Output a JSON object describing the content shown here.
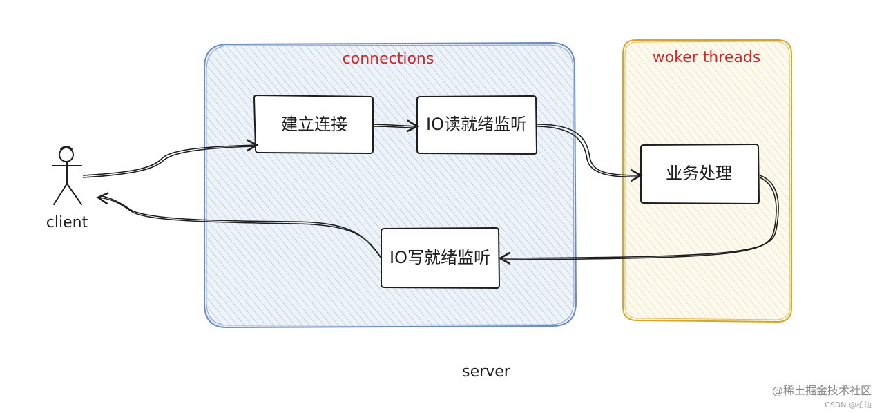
{
  "colors": {
    "connections_fill": "#dbe4ef",
    "connections_stroke": "#6b8cc0",
    "workers_fill": "#fdf0d5",
    "workers_stroke": "#d4a72c",
    "title_red": "#c92a2a",
    "ink": "#1e1e1e"
  },
  "regions": {
    "connections": {
      "title": "connections"
    },
    "workers": {
      "title": "woker threads"
    }
  },
  "actor": {
    "label": "client",
    "icon": "stick-figure-icon"
  },
  "nodes": {
    "establish": "建立连接",
    "io_read": "IO读就绪监听",
    "business": "业务处理",
    "io_write": "IO写就绪监听"
  },
  "server_label": "server",
  "watermark": {
    "main": "@稀土掘金技术社区",
    "sub": "CSDN @柏油"
  }
}
